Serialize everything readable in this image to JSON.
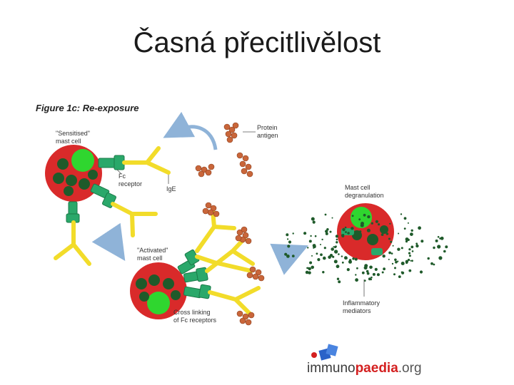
{
  "slide": {
    "title": "Časná přecitlivělost"
  },
  "figure": {
    "title": "Figure 1c: Re-exposure",
    "labels": {
      "sensitised_1": "\"Sensitised\"",
      "sensitised_2": "mast cell",
      "fc_1": "Fc",
      "fc_2": "receptor",
      "ige": "IgE",
      "antigen_1": "Protein",
      "antigen_2": "antigen",
      "activated_1": "\"Activated\"",
      "activated_2": "mast cell",
      "crosslink_1": "Cross linking",
      "crosslink_2": "of Fc receptors",
      "degran_1": "Mast cell",
      "degran_2": "degranulation",
      "mediators_1": "Inflammatory",
      "mediators_2": "mediators"
    },
    "colors": {
      "cell": "#d92a2a",
      "nucleus": "#2fd62f",
      "granule": "#1f5a2a",
      "receptor": "#2aa86a",
      "ige": "#f2dc2a",
      "antigen": "#c9663a",
      "arrow": "#8fb3d8"
    }
  },
  "logo": {
    "part1": "immuno",
    "part2": "paedia",
    "part3": ".org"
  }
}
